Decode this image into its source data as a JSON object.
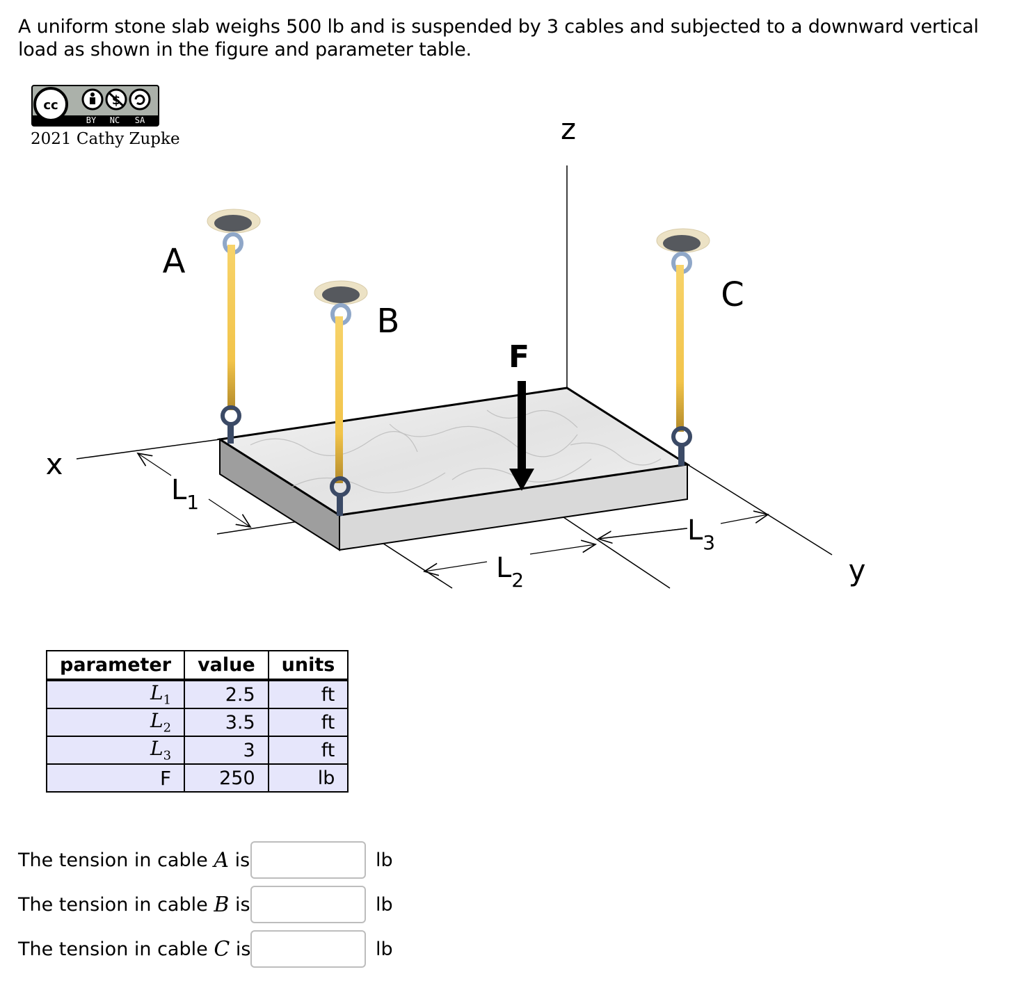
{
  "problem": {
    "statement": "A uniform stone slab weighs 500 lb and is suspended by 3 cables and subjected to a downward vertical load as shown in the figure and parameter table."
  },
  "license": {
    "badge": {
      "cc": "cc",
      "by": "BY",
      "nc": "NC",
      "sa": "SA"
    },
    "author": "2021 Cathy Zupke"
  },
  "figure": {
    "axes": {
      "x": "x",
      "y": "y",
      "z": "z"
    },
    "points": {
      "a": "A",
      "b": "B",
      "c": "C"
    },
    "force": "F",
    "dims": {
      "l1": {
        "main": "L",
        "sub": "1"
      },
      "l2": {
        "main": "L",
        "sub": "2"
      },
      "l3": {
        "main": "L",
        "sub": "3"
      }
    },
    "colors": {
      "cable": "#f2c44a",
      "slab_side": "#d9d9d9",
      "slab_front": "#9e9e9e",
      "table_cell": "#e6e6fb"
    }
  },
  "table": {
    "headers": [
      "parameter",
      "value",
      "units"
    ],
    "rows": [
      {
        "param": "L1",
        "value": "2.5",
        "unit": "ft"
      },
      {
        "param": "L2",
        "value": "3.5",
        "unit": "ft"
      },
      {
        "param": "L3",
        "value": "3",
        "unit": "ft"
      },
      {
        "param": "F",
        "value": "250",
        "unit": "lb"
      }
    ]
  },
  "answers": [
    {
      "prefix": "The tension in cable ",
      "var": "A",
      "suffix": " is",
      "value": "",
      "unit": "lb"
    },
    {
      "prefix": "The tension in cable ",
      "var": "B",
      "suffix": " is",
      "value": "",
      "unit": "lb"
    },
    {
      "prefix": "The tension in cable ",
      "var": "C",
      "suffix": " is",
      "value": "",
      "unit": "lb"
    }
  ]
}
